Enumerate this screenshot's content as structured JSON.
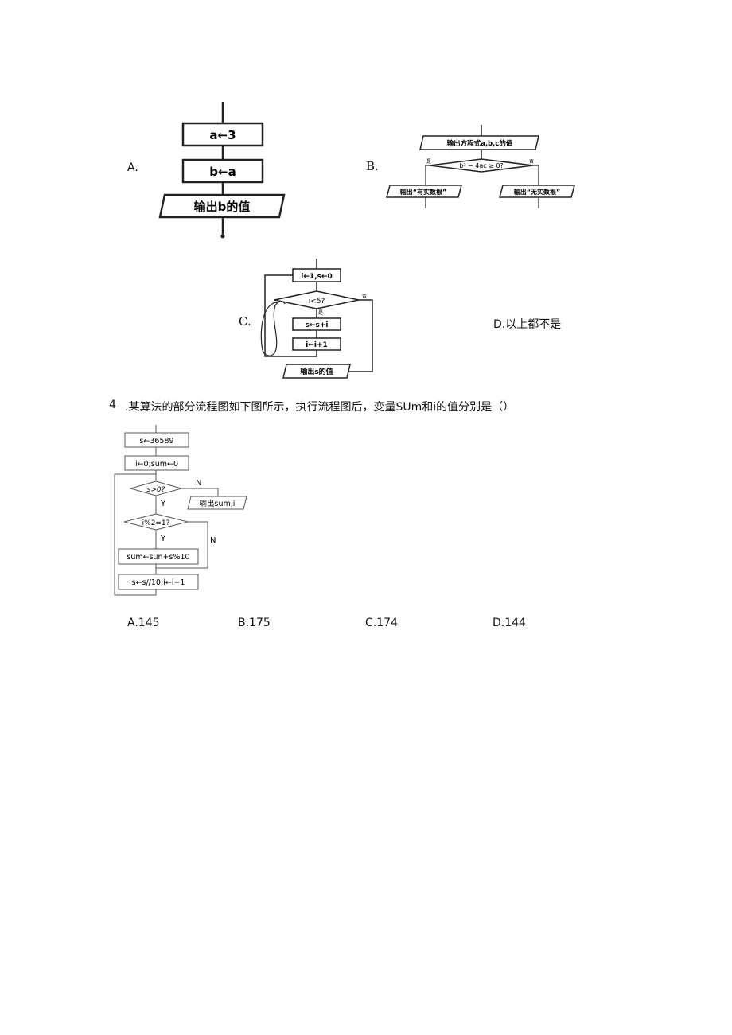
{
  "question3": {
    "option_a": {
      "label": "A.",
      "box1": "a←3",
      "box2": "b←a",
      "output": "输出b的值"
    },
    "option_b": {
      "label": "B.",
      "top_box": "输出方程式a,b,c的值",
      "decision": "b² − 4ac ≥ 0?",
      "yes_mark": "是",
      "no_mark": "否",
      "left_box": "输出“有实数根”",
      "right_box": "输出“无实数根”"
    },
    "option_c": {
      "label": "C.",
      "init_box": "i←1,s←0",
      "decision": "i<5?",
      "yes_mark": "是",
      "no_mark": "否",
      "step1": "s←s+i",
      "step2": "i←i+1",
      "output": "输出s的值"
    },
    "option_d": {
      "text": "D.以上都不是"
    }
  },
  "question4": {
    "number": "4",
    "stem": ".某算法的部分流程图如下图所示，执行流程图后，变量SUm和i的值分别是（）",
    "flowchart": {
      "box_s": "s←36589",
      "box_init": "i←0;sum←0",
      "decision1": "s>0?",
      "branch_n1": "N",
      "branch_y1": "Y",
      "output": "输出sum,i",
      "decision2": "i%2=1?",
      "branch_y2": "Y",
      "branch_n2": "N",
      "box_sum": "sum←sun+s%10",
      "box_update": "s←s//10;i←i+1"
    },
    "choices": [
      "A.145",
      "B.175",
      "C.174",
      "D.144"
    ]
  }
}
